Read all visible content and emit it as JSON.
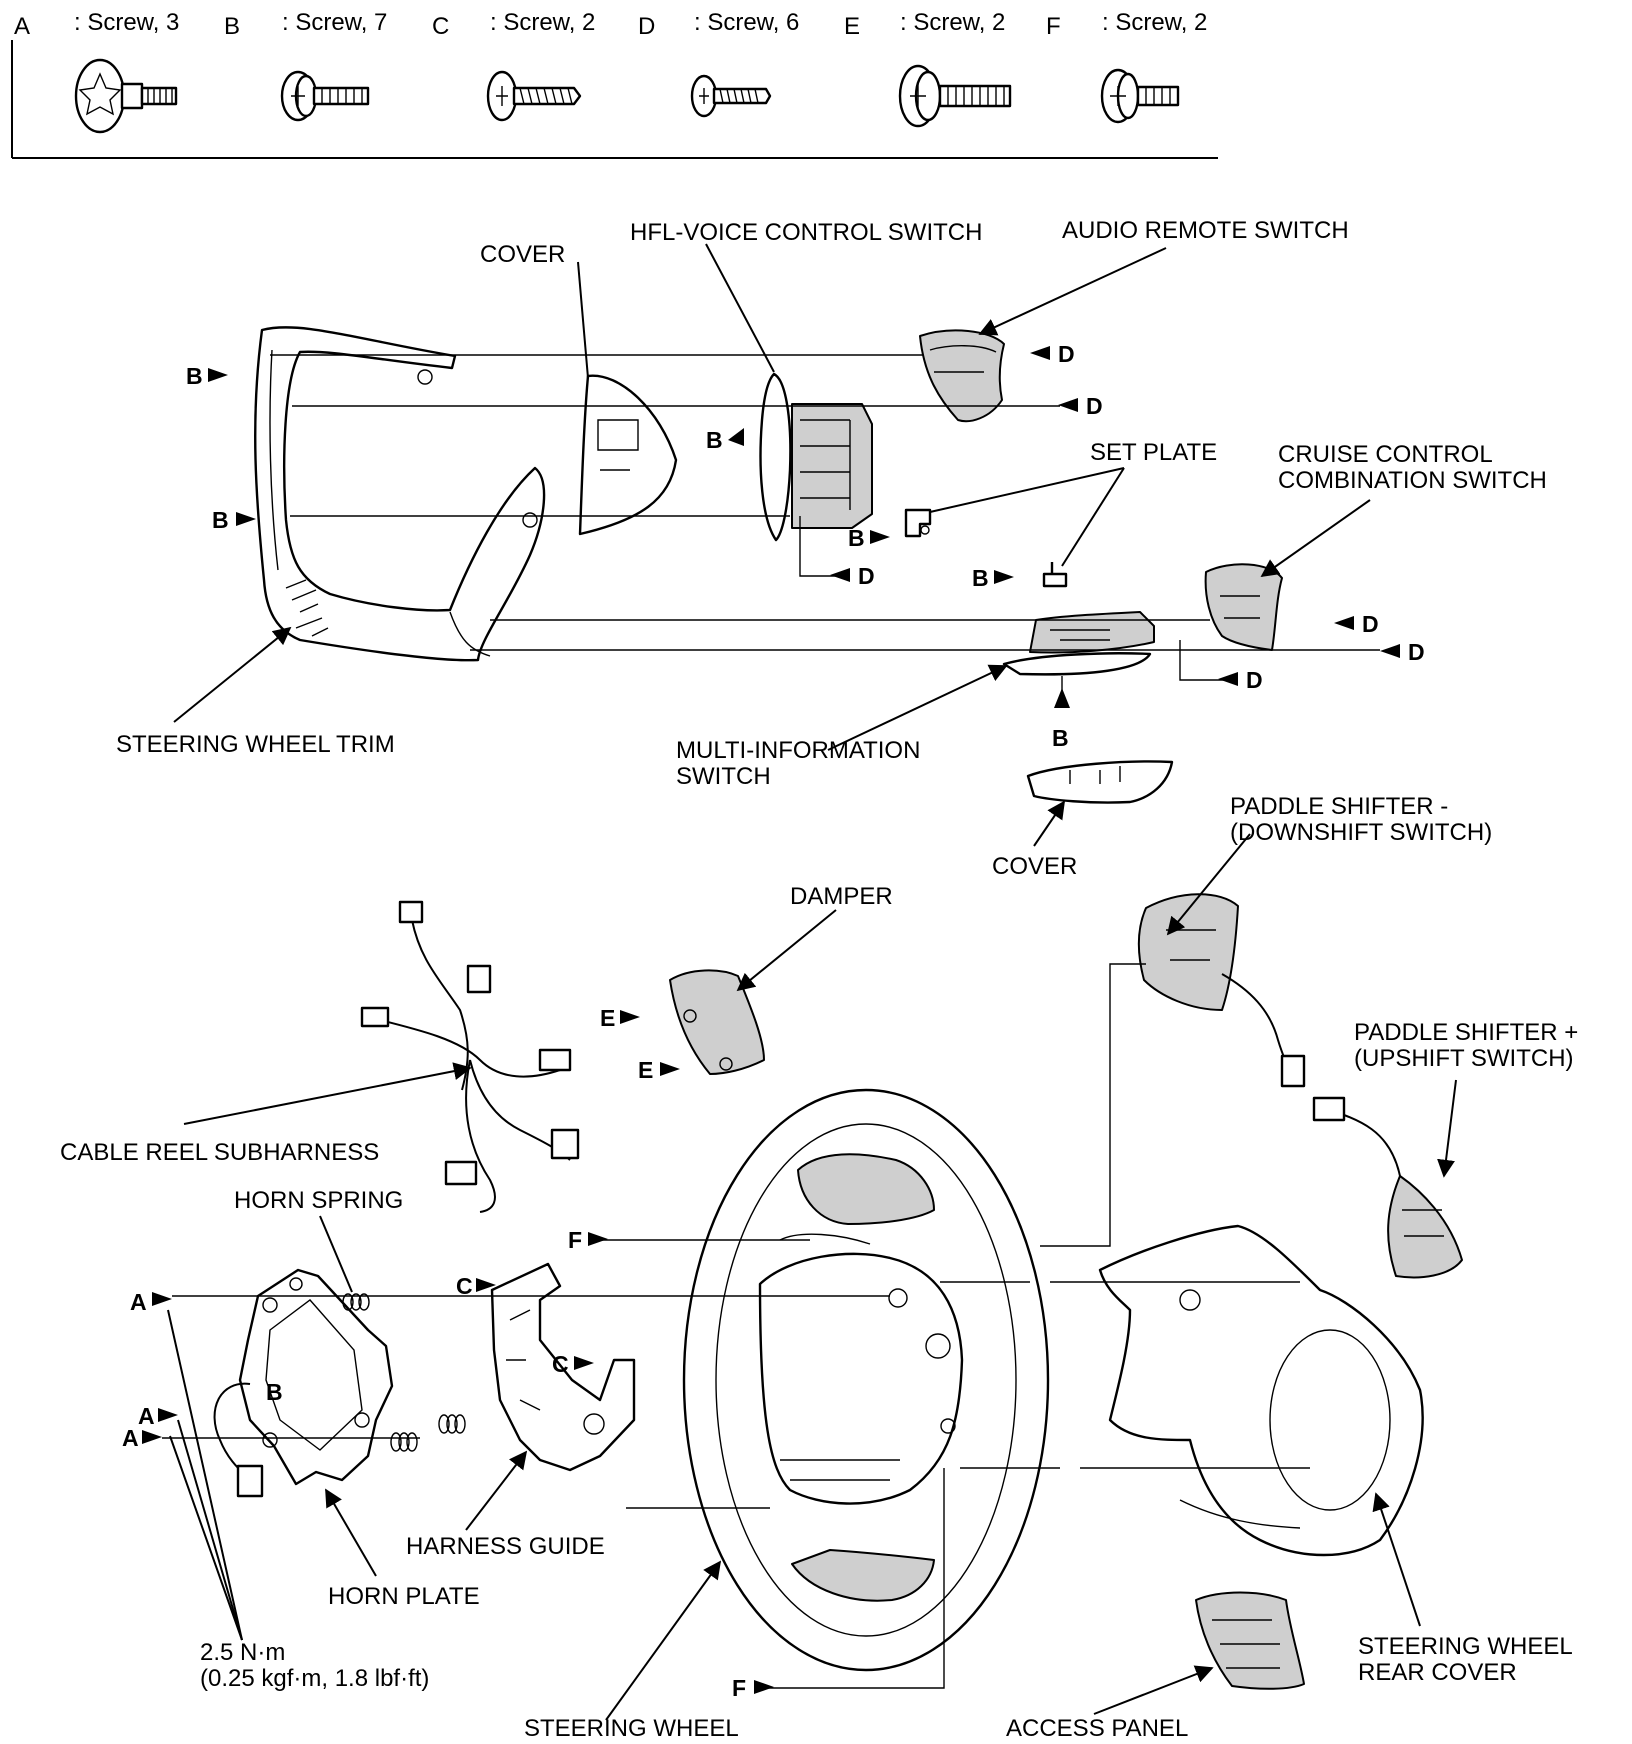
{
  "legend": {
    "items": [
      {
        "letter": "A",
        "desc": ": Screw, 3"
      },
      {
        "letter": "B",
        "desc": ": Screw, 7"
      },
      {
        "letter": "C",
        "desc": ": Screw, 2"
      },
      {
        "letter": "D",
        "desc": ": Screw, 6"
      },
      {
        "letter": "E",
        "desc": ": Screw, 2"
      },
      {
        "letter": "F",
        "desc": ": Screw, 2"
      }
    ]
  },
  "labels": {
    "cover_top": "COVER",
    "hfl_voice": "HFL-VOICE CONTROL SWITCH",
    "audio_remote": "AUDIO REMOTE SWITCH",
    "set_plate": "SET PLATE",
    "cruise_1": "CRUISE CONTROL",
    "cruise_2": "COMBINATION SWITCH",
    "steering_trim": "STEERING WHEEL TRIM",
    "multi_info_1": "MULTI-INFORMATION",
    "multi_info_2": "SWITCH",
    "cover_bottom": "COVER",
    "paddle_minus_1": "PADDLE SHIFTER  -",
    "paddle_minus_2": "(DOWNSHIFT SWITCH)",
    "damper": "DAMPER",
    "paddle_plus_1": "PADDLE SHIFTER +",
    "paddle_plus_2": "(UPSHIFT SWITCH)",
    "cable_reel": "CABLE REEL SUBHARNESS",
    "horn_spring": "HORN SPRING",
    "harness_guide": "HARNESS GUIDE",
    "horn_plate": "HORN PLATE",
    "torque_1": "2.5 N·m",
    "torque_2": "(0.25 kgf·m, 1.8 lbf·ft)",
    "steering_wheel": "STEERING WHEEL",
    "access_panel": "ACCESS PANEL",
    "rear_cover_1": "STEERING WHEEL",
    "rear_cover_2": "REAR COVER"
  },
  "callouts": {
    "a": "A",
    "b": "B",
    "c": "C",
    "d": "D",
    "e": "E",
    "f": "F"
  }
}
